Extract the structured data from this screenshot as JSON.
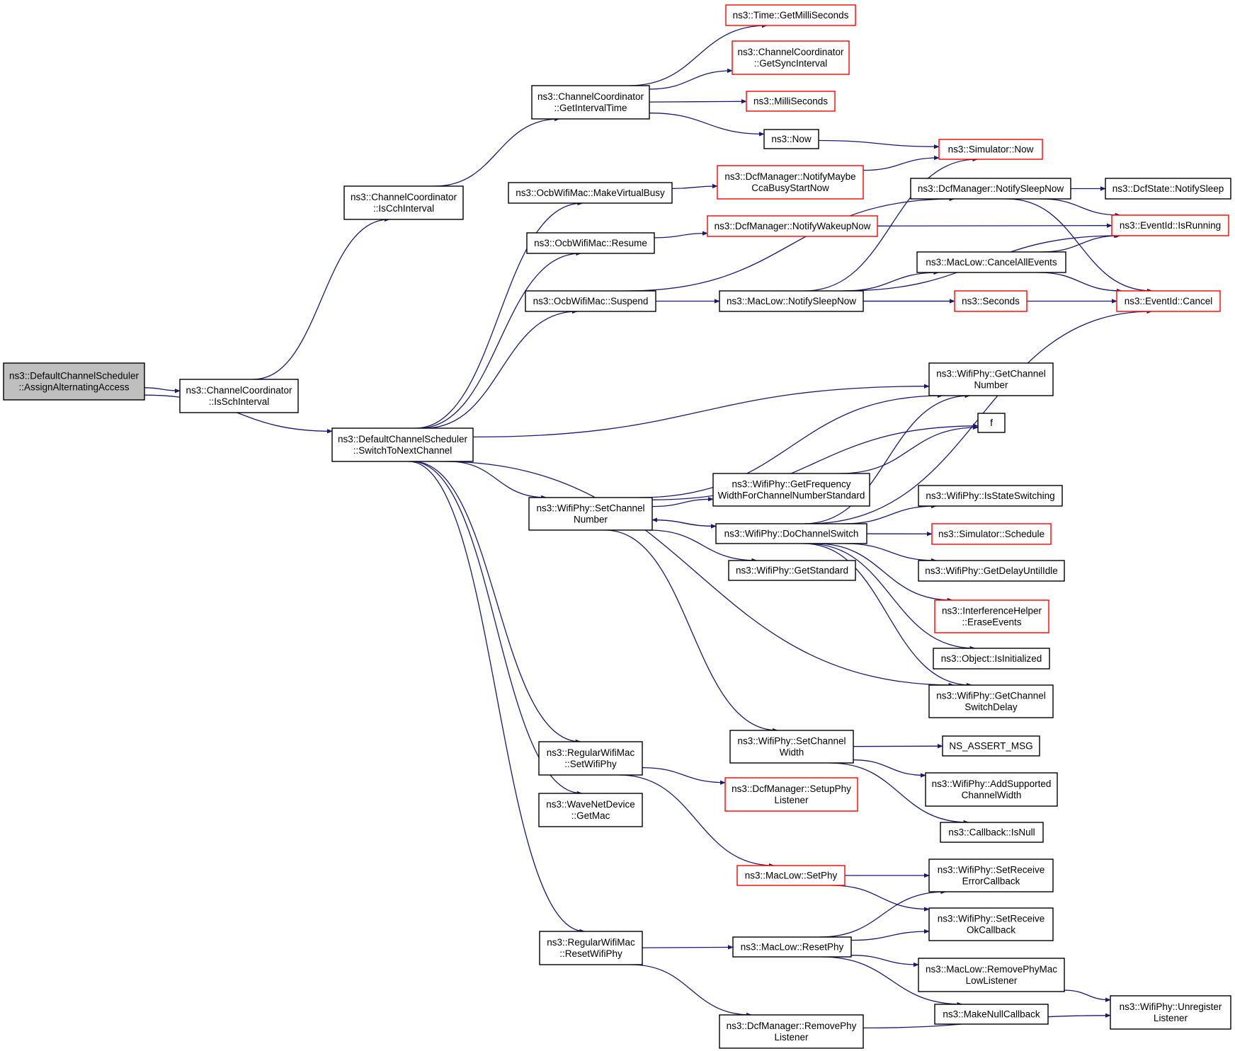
{
  "diagram": {
    "colors": {
      "edge": "#191970",
      "border_default": "#000000",
      "border_truncated": "#ff0000",
      "fill_root": "#bfbfbf",
      "fill_default": "#ffffff"
    },
    "nodes": [
      {
        "id": "assign",
        "lines": [
          "ns3::DefaultChannelScheduler",
          "::AssignAlternatingAccess"
        ],
        "kind": "root"
      },
      {
        "id": "isSch",
        "lines": [
          "ns3::ChannelCoordinator",
          "::IsSchInterval"
        ],
        "kind": "normal"
      },
      {
        "id": "switchNext",
        "lines": [
          "ns3::DefaultChannelScheduler",
          "::SwitchToNextChannel"
        ],
        "kind": "normal"
      },
      {
        "id": "isCch",
        "lines": [
          "ns3::ChannelCoordinator",
          "::IsCchInterval"
        ],
        "kind": "normal"
      },
      {
        "id": "getInterval",
        "lines": [
          "ns3::ChannelCoordinator",
          "::GetIntervalTime"
        ],
        "kind": "normal"
      },
      {
        "id": "getMilli",
        "lines": [
          "ns3::Time::GetMilliSeconds"
        ],
        "kind": "truncated"
      },
      {
        "id": "getSync",
        "lines": [
          "ns3::ChannelCoordinator",
          "::GetSyncInterval"
        ],
        "kind": "truncated"
      },
      {
        "id": "milliSec",
        "lines": [
          "ns3::MilliSeconds"
        ],
        "kind": "truncated"
      },
      {
        "id": "now",
        "lines": [
          "ns3::Now"
        ],
        "kind": "normal"
      },
      {
        "id": "simNow",
        "lines": [
          "ns3::Simulator::Now"
        ],
        "kind": "truncated"
      },
      {
        "id": "makeVB",
        "lines": [
          "ns3::OcbWifiMac::MakeVirtualBusy"
        ],
        "kind": "normal"
      },
      {
        "id": "notifyMaybe",
        "lines": [
          "ns3::DcfManager::NotifyMaybe",
          "CcaBusyStartNow"
        ],
        "kind": "truncated"
      },
      {
        "id": "resume",
        "lines": [
          "ns3::OcbWifiMac::Resume"
        ],
        "kind": "normal"
      },
      {
        "id": "notifyWakeup",
        "lines": [
          "ns3::DcfManager::NotifyWakeupNow"
        ],
        "kind": "truncated"
      },
      {
        "id": "dcfSleepNow",
        "lines": [
          "ns3::DcfManager::NotifySleepNow"
        ],
        "kind": "normal"
      },
      {
        "id": "dcfStateSleep",
        "lines": [
          "ns3::DcfState::NotifySleep"
        ],
        "kind": "normal"
      },
      {
        "id": "isRunning",
        "lines": [
          "ns3::EventId::IsRunning"
        ],
        "kind": "truncated"
      },
      {
        "id": "cancelAll",
        "lines": [
          "ns3::MacLow::CancelAllEvents"
        ],
        "kind": "normal"
      },
      {
        "id": "suspend",
        "lines": [
          "ns3::OcbWifiMac::Suspend"
        ],
        "kind": "normal"
      },
      {
        "id": "macSleepNow",
        "lines": [
          "ns3::MacLow::NotifySleepNow"
        ],
        "kind": "normal"
      },
      {
        "id": "seconds",
        "lines": [
          "ns3::Seconds"
        ],
        "kind": "truncated"
      },
      {
        "id": "cancel",
        "lines": [
          "ns3::EventId::Cancel"
        ],
        "kind": "truncated"
      },
      {
        "id": "getChanNum",
        "lines": [
          "ns3::WifiPhy::GetChannel",
          "Number"
        ],
        "kind": "normal"
      },
      {
        "id": "f",
        "lines": [
          "f"
        ],
        "kind": "normal"
      },
      {
        "id": "getFreqWidth",
        "lines": [
          "ns3::WifiPhy::GetFrequency",
          "WidthForChannelNumberStandard"
        ],
        "kind": "normal"
      },
      {
        "id": "setChanNum",
        "lines": [
          "ns3::WifiPhy::SetChannel",
          "Number"
        ],
        "kind": "normal"
      },
      {
        "id": "isStateSwitching",
        "lines": [
          "ns3::WifiPhy::IsStateSwitching"
        ],
        "kind": "normal"
      },
      {
        "id": "doChanSwitch",
        "lines": [
          "ns3::WifiPhy::DoChannelSwitch"
        ],
        "kind": "normal"
      },
      {
        "id": "simSchedule",
        "lines": [
          "ns3::Simulator::Schedule"
        ],
        "kind": "truncated"
      },
      {
        "id": "getStandard",
        "lines": [
          "ns3::WifiPhy::GetStandard"
        ],
        "kind": "normal"
      },
      {
        "id": "getDelayIdle",
        "lines": [
          "ns3::WifiPhy::GetDelayUntilIdle"
        ],
        "kind": "normal"
      },
      {
        "id": "eraseEvents",
        "lines": [
          "ns3::InterferenceHelper",
          "::EraseEvents"
        ],
        "kind": "truncated"
      },
      {
        "id": "isInitialized",
        "lines": [
          "ns3::Object::IsInitialized"
        ],
        "kind": "normal"
      },
      {
        "id": "getSwitchDelay",
        "lines": [
          "ns3::WifiPhy::GetChannel",
          "SwitchDelay"
        ],
        "kind": "normal"
      },
      {
        "id": "setChanWidth",
        "lines": [
          "ns3::WifiPhy::SetChannel",
          "Width"
        ],
        "kind": "normal"
      },
      {
        "id": "nsAssert",
        "lines": [
          "NS_ASSERT_MSG"
        ],
        "kind": "normal"
      },
      {
        "id": "regSetPhy",
        "lines": [
          "ns3::RegularWifiMac",
          "::SetWifiPhy"
        ],
        "kind": "normal"
      },
      {
        "id": "addSupported",
        "lines": [
          "ns3::WifiPhy::AddSupported",
          "ChannelWidth"
        ],
        "kind": "normal"
      },
      {
        "id": "setupPhyListener",
        "lines": [
          "ns3::DcfManager::SetupPhy",
          "Listener"
        ],
        "kind": "truncated"
      },
      {
        "id": "waveGetMac",
        "lines": [
          "ns3::WaveNetDevice",
          "::GetMac"
        ],
        "kind": "normal"
      },
      {
        "id": "cbIsNull",
        "lines": [
          "ns3::Callback::IsNull"
        ],
        "kind": "normal"
      },
      {
        "id": "macSetPhy",
        "lines": [
          "ns3::MacLow::SetPhy"
        ],
        "kind": "truncated"
      },
      {
        "id": "setRecvErr",
        "lines": [
          "ns3::WifiPhy::SetReceive",
          "ErrorCallback"
        ],
        "kind": "normal"
      },
      {
        "id": "setRecvOk",
        "lines": [
          "ns3::WifiPhy::SetReceive",
          "OkCallback"
        ],
        "kind": "normal"
      },
      {
        "id": "regResetPhy",
        "lines": [
          "ns3::RegularWifiMac",
          "::ResetWifiPhy"
        ],
        "kind": "normal"
      },
      {
        "id": "macResetPhy",
        "lines": [
          "ns3::MacLow::ResetPhy"
        ],
        "kind": "normal"
      },
      {
        "id": "removePhyMac",
        "lines": [
          "ns3::MacLow::RemovePhyMac",
          "LowListener"
        ],
        "kind": "normal"
      },
      {
        "id": "makeNullCb",
        "lines": [
          "ns3::MakeNullCallback"
        ],
        "kind": "normal"
      },
      {
        "id": "unregListener",
        "lines": [
          "ns3::WifiPhy::Unregister",
          "Listener"
        ],
        "kind": "normal"
      },
      {
        "id": "removePhyListener",
        "lines": [
          "ns3::DcfManager::RemovePhy",
          "Listener"
        ],
        "kind": "normal"
      }
    ],
    "edges": [
      [
        "assign",
        "isSch"
      ],
      [
        "assign",
        "switchNext"
      ],
      [
        "isSch",
        "isCch"
      ],
      [
        "isCch",
        "getInterval"
      ],
      [
        "getInterval",
        "getMilli"
      ],
      [
        "getInterval",
        "getSync"
      ],
      [
        "getInterval",
        "milliSec"
      ],
      [
        "getInterval",
        "now"
      ],
      [
        "now",
        "simNow"
      ],
      [
        "switchNext",
        "makeVB"
      ],
      [
        "switchNext",
        "resume"
      ],
      [
        "switchNext",
        "suspend"
      ],
      [
        "switchNext",
        "getChanNum"
      ],
      [
        "switchNext",
        "setChanNum"
      ],
      [
        "switchNext",
        "getSwitchDelay"
      ],
      [
        "switchNext",
        "regSetPhy"
      ],
      [
        "switchNext",
        "waveGetMac"
      ],
      [
        "switchNext",
        "regResetPhy"
      ],
      [
        "makeVB",
        "notifyMaybe"
      ],
      [
        "notifyMaybe",
        "simNow"
      ],
      [
        "resume",
        "notifyWakeup"
      ],
      [
        "notifyWakeup",
        "isRunning"
      ],
      [
        "suspend",
        "dcfSleepNow"
      ],
      [
        "suspend",
        "macSleepNow"
      ],
      [
        "dcfSleepNow",
        "dcfStateSleep"
      ],
      [
        "dcfSleepNow",
        "isRunning"
      ],
      [
        "dcfSleepNow",
        "cancel"
      ],
      [
        "macSleepNow",
        "simNow"
      ],
      [
        "macSleepNow",
        "isRunning"
      ],
      [
        "macSleepNow",
        "cancelAll"
      ],
      [
        "macSleepNow",
        "seconds"
      ],
      [
        "macSleepNow",
        "cancel"
      ],
      [
        "cancelAll",
        "isRunning"
      ],
      [
        "cancelAll",
        "cancel"
      ],
      [
        "setChanNum",
        "getChanNum"
      ],
      [
        "setChanNum",
        "f"
      ],
      [
        "setChanNum",
        "getFreqWidth"
      ],
      [
        "setChanNum",
        "doChanSwitch"
      ],
      [
        "setChanNum",
        "getStandard"
      ],
      [
        "setChanNum",
        "setChanWidth"
      ],
      [
        "getFreqWidth",
        "f"
      ],
      [
        "doChanSwitch",
        "setChanNum"
      ],
      [
        "doChanSwitch",
        "getChanNum"
      ],
      [
        "doChanSwitch",
        "cancel"
      ],
      [
        "doChanSwitch",
        "isStateSwitching"
      ],
      [
        "doChanSwitch",
        "simSchedule"
      ],
      [
        "doChanSwitch",
        "getDelayIdle"
      ],
      [
        "doChanSwitch",
        "eraseEvents"
      ],
      [
        "doChanSwitch",
        "isInitialized"
      ],
      [
        "doChanSwitch",
        "getSwitchDelay"
      ],
      [
        "setChanWidth",
        "nsAssert"
      ],
      [
        "setChanWidth",
        "addSupported"
      ],
      [
        "setChanWidth",
        "cbIsNull"
      ],
      [
        "regSetPhy",
        "setupPhyListener"
      ],
      [
        "regSetPhy",
        "macSetPhy"
      ],
      [
        "macSetPhy",
        "setRecvErr"
      ],
      [
        "macSetPhy",
        "setRecvOk"
      ],
      [
        "regResetPhy",
        "macResetPhy"
      ],
      [
        "regResetPhy",
        "removePhyListener"
      ],
      [
        "macResetPhy",
        "setRecvErr"
      ],
      [
        "macResetPhy",
        "setRecvOk"
      ],
      [
        "macResetPhy",
        "removePhyMac"
      ],
      [
        "macResetPhy",
        "makeNullCb"
      ],
      [
        "removePhyMac",
        "unregListener"
      ],
      [
        "removePhyListener",
        "unregListener"
      ]
    ]
  }
}
